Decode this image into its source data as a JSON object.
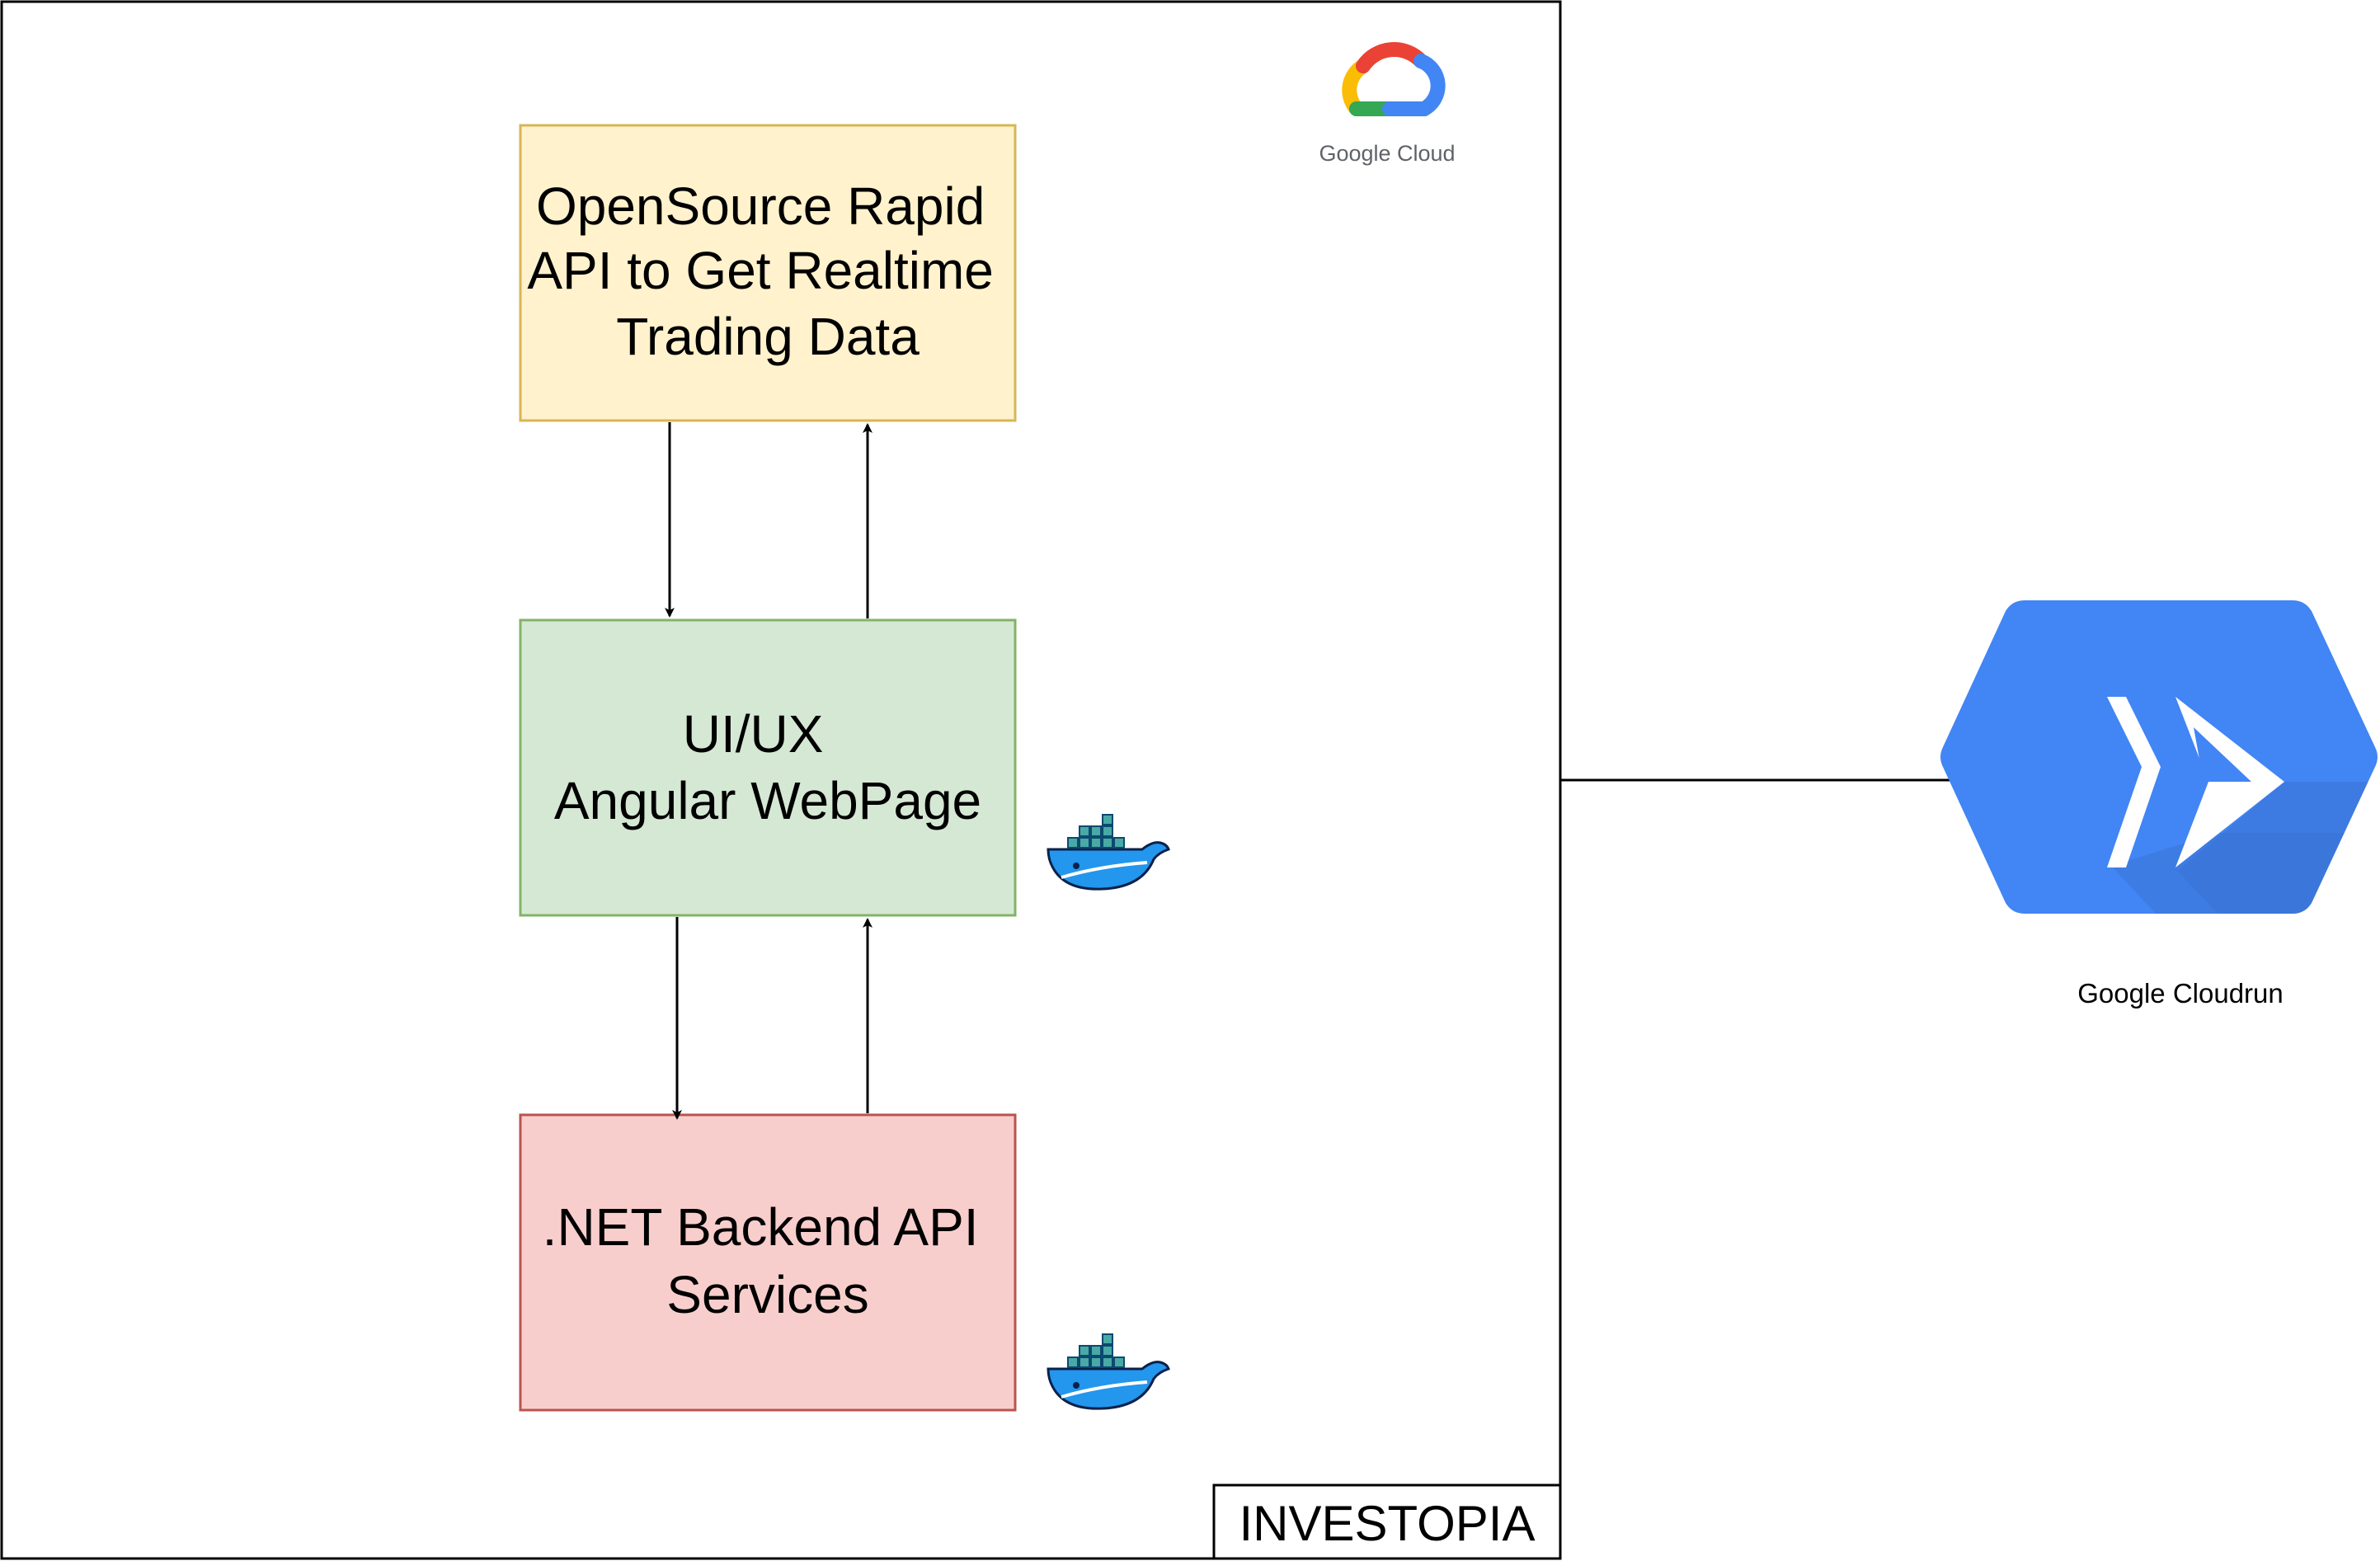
{
  "diagram": {
    "container": {
      "label": "INVESTOPIA"
    },
    "boxes": {
      "rapid_api": {
        "lines": [
          "OpenSource Rapid",
          "API to Get Realtime",
          "Trading Data"
        ],
        "fill": "#fff2cc",
        "stroke": "#d6b656"
      },
      "ui": {
        "lines": [
          "UI/UX",
          "Angular WebPage"
        ],
        "fill": "#d5e8d4",
        "stroke": "#82b366"
      },
      "backend": {
        "lines": [
          ".NET Backend API",
          "Services"
        ],
        "fill": "#f8cecc",
        "stroke": "#b85450"
      }
    },
    "google_cloud_logo": {
      "text": "Google Cloud",
      "icon": "google-cloud-icon"
    },
    "cloudrun": {
      "label": "Google Cloudrun",
      "icon": "cloud-run-icon",
      "color": "#4285f4"
    },
    "docker_icons": [
      "docker-icon",
      "docker-icon"
    ],
    "connections": [
      {
        "from": "rapid_api",
        "to": "ui"
      },
      {
        "from": "ui",
        "to": "rapid_api"
      },
      {
        "from": "ui",
        "to": "backend"
      },
      {
        "from": "backend",
        "to": "ui"
      },
      {
        "from": "container",
        "to": "cloudrun"
      }
    ]
  }
}
